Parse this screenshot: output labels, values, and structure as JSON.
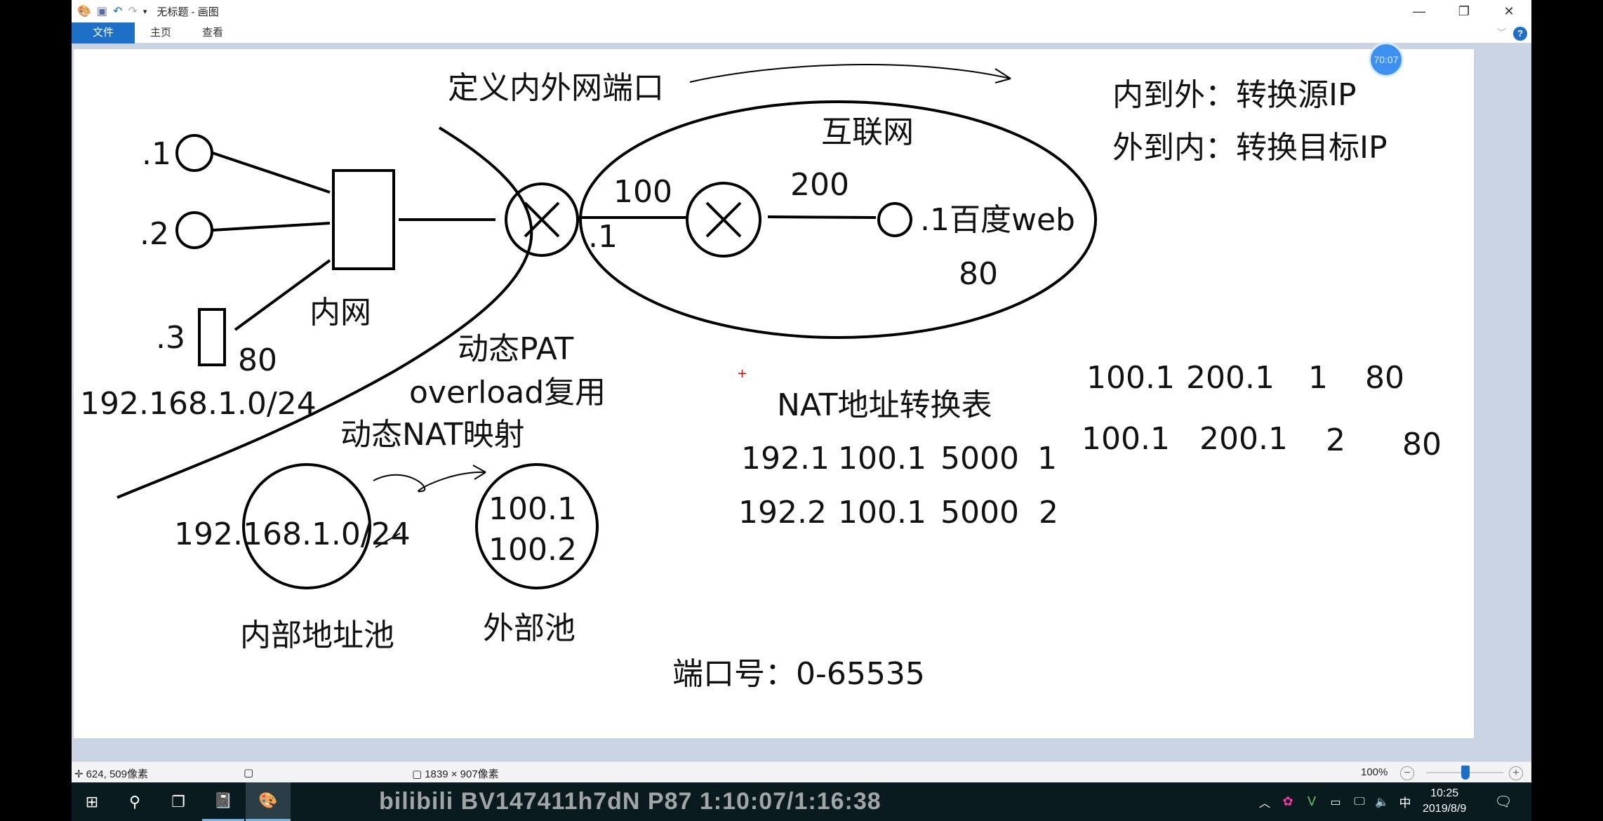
{
  "window": {
    "title": "无标题 - 画图",
    "minimize": "—",
    "maximize": "❐",
    "close": "✕",
    "help": "?"
  },
  "ribbon": {
    "tabs": [
      "文件",
      "主页",
      "查看"
    ]
  },
  "canvas": {
    "header": "定义内外网端口",
    "rule1": "内到外：转换源IP",
    "rule2": "外到内：转换目标IP",
    "internet": "互联网",
    "link1": "100",
    "link2": "200",
    "router_if": ".1",
    "server": ".1百度web",
    "server_port": "80",
    "host1": ".1",
    "host2": ".2",
    "host3": ".3",
    "host3_port": "80",
    "lan_subnet": "192.168.1.0/24",
    "lan": "内网",
    "pat": "动态PAT",
    "overload": "overload复用",
    "dyn_nat": "动态NAT映射",
    "inner_pool_subnet": "192.168.1.0/24",
    "outer_pool": [
      "100.1",
      "100.2"
    ],
    "inner_pool": "内部地址池",
    "outer_pool_label": "外部池",
    "port_range": "端口号：0-65535",
    "nat_table_title": "NAT地址转换表",
    "nat_rows": [
      [
        "192.1",
        "100.1",
        "5000",
        "1"
      ],
      [
        "192.2",
        "100.1",
        "5000",
        "2"
      ]
    ],
    "right_rows": [
      [
        "100.1",
        "200.1",
        "1",
        "80"
      ],
      [
        "100.1",
        "200.1",
        "2",
        "80"
      ]
    ]
  },
  "status": {
    "cursor": "624, 509像素",
    "size": "1839 × 907像素",
    "zoom": "100%"
  },
  "taskbar": {
    "time": "10:25",
    "date": "2019/8/9",
    "ime": "中"
  },
  "overlay": {
    "timer": "70:07",
    "watermark": "BV147411h7dN P87 1:10:07/1:16:38"
  }
}
